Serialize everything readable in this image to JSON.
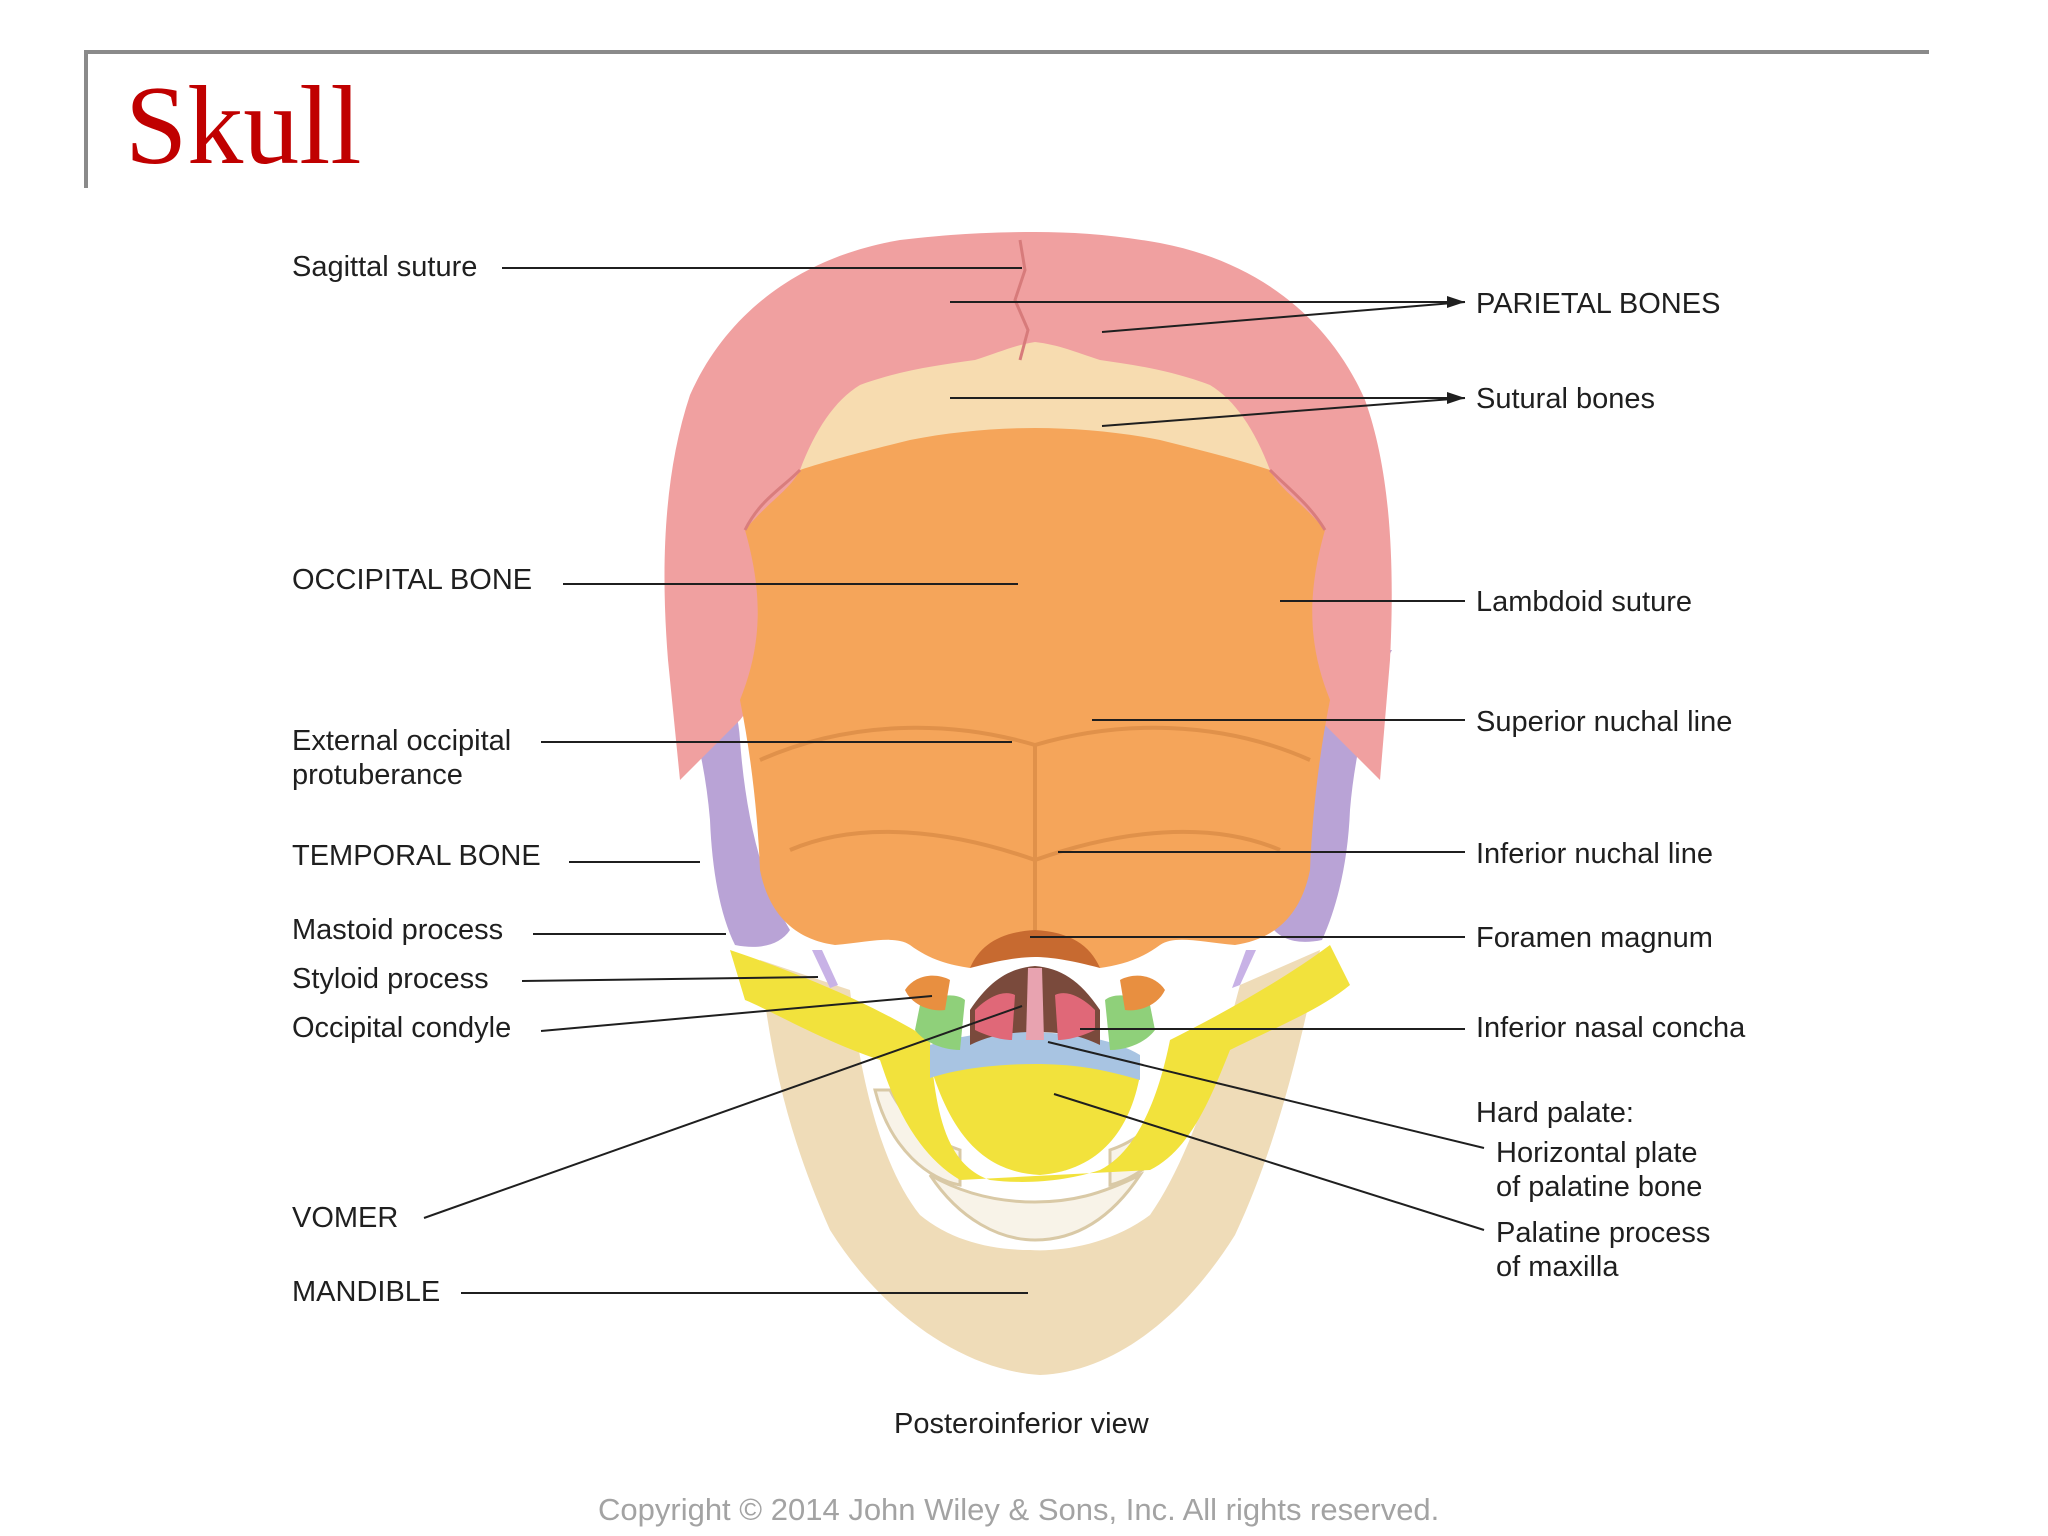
{
  "slide": {
    "title": "Skull",
    "caption": "Posteroinferior view",
    "copyright": "Copyright © 2014 John Wiley & Sons, Inc. All rights reserved."
  },
  "labels": {
    "sagittal_suture": "Sagittal suture",
    "occipital_bone": "OCCIPITAL BONE",
    "external_occipital_1": "External occipital",
    "external_occipital_2": "protuberance",
    "temporal_bone": "TEMPORAL BONE",
    "mastoid_process": "Mastoid process",
    "styloid_process": "Styloid process",
    "occipital_condyle": "Occipital condyle",
    "vomer": "VOMER",
    "mandible": "MANDIBLE",
    "parietal_bones": "PARIETAL BONES",
    "sutural_bones": "Sutural bones",
    "lambdoid_suture": "Lambdoid suture",
    "superior_nuchal_line": "Superior nuchal line",
    "inferior_nuchal_line": "Inferior nuchal line",
    "foramen_magnum": "Foramen magnum",
    "inferior_nasal_concha": "Inferior nasal concha",
    "hard_palate": "Hard palate:",
    "horizontal_plate_1": "Horizontal plate",
    "horizontal_plate_2": "of palatine bone",
    "palatine_process_1": "Palatine process",
    "palatine_process_2": "of maxilla"
  },
  "colors": {
    "title": "#c00000",
    "parietal": "#f0a0a0",
    "occipital": "#f5a55a",
    "temporal": "#b9a3d6",
    "sutural": "#f7dcb0",
    "maxilla": "#f2e23c",
    "mandible": "#efdcb8",
    "vomer": "#e78fa0",
    "palatine": "#a8c4e2",
    "concha": "#8fd07a"
  }
}
